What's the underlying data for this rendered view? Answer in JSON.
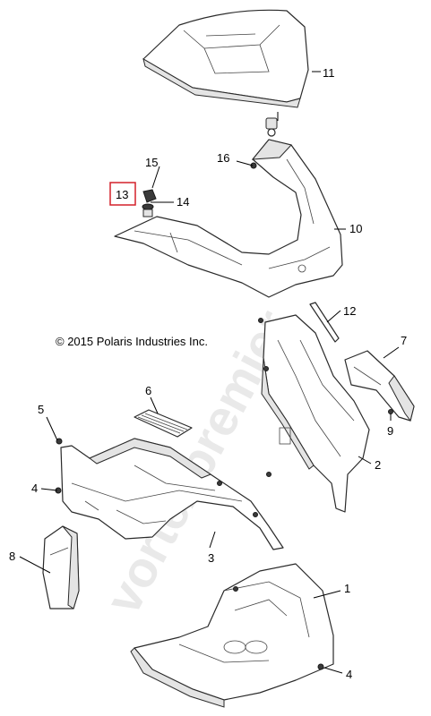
{
  "copyright": "© 2015 Polaris Industries Inc.",
  "watermark": "vortexpremier",
  "highlight_color": "#d4202a",
  "callouts": {
    "c1": "1",
    "c2": "2",
    "c3": "3",
    "c4a": "4",
    "c4b": "4",
    "c5": "5",
    "c6": "6",
    "c7": "7",
    "c8": "8",
    "c9": "9",
    "c10": "10",
    "c11": "11",
    "c12": "12",
    "c13": "13",
    "c14": "14",
    "c15": "15",
    "c16": "16"
  }
}
